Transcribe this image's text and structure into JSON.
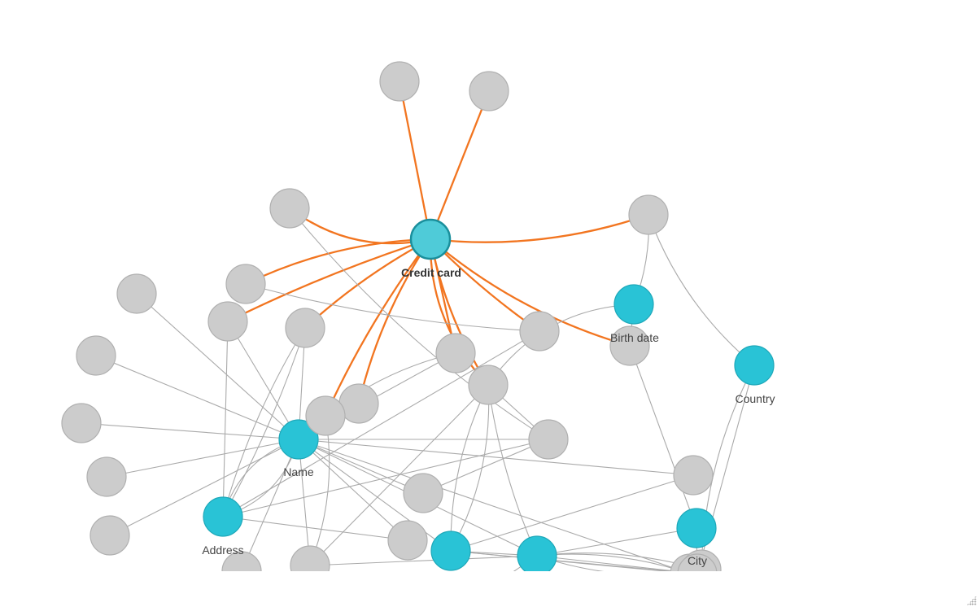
{
  "graph": {
    "colors": {
      "background": "#ffffff",
      "node": "#cccccc",
      "node_stroke": "#b0b0b0",
      "entity_node": "#29c3d6",
      "selected_node": "#4fcbd8",
      "edge": "#aaaaaa",
      "highlight_edge": "#f27520"
    },
    "labels": {
      "cc": "Credit card",
      "name": "Name",
      "address": "Address",
      "birth": "Birth date",
      "country": "Country",
      "city": "City"
    },
    "nodes": [
      {
        "id": "cc",
        "kind": "selected"
      },
      {
        "id": "name",
        "kind": "entity"
      },
      {
        "id": "address",
        "kind": "entity"
      },
      {
        "id": "birth",
        "kind": "entity"
      },
      {
        "id": "country",
        "kind": "entity"
      },
      {
        "id": "city",
        "kind": "entity"
      },
      {
        "id": "e1",
        "kind": "entity"
      },
      {
        "id": "e2",
        "kind": "entity"
      },
      {
        "id": "g1",
        "kind": "plain"
      },
      {
        "id": "g2",
        "kind": "plain"
      },
      {
        "id": "g3",
        "kind": "plain"
      },
      {
        "id": "g4",
        "kind": "plain"
      },
      {
        "id": "g5",
        "kind": "plain"
      },
      {
        "id": "g6",
        "kind": "plain"
      },
      {
        "id": "g7",
        "kind": "plain"
      },
      {
        "id": "g8",
        "kind": "plain"
      },
      {
        "id": "g9",
        "kind": "plain"
      },
      {
        "id": "g10",
        "kind": "plain"
      },
      {
        "id": "g11",
        "kind": "plain"
      },
      {
        "id": "g12",
        "kind": "plain"
      },
      {
        "id": "g13",
        "kind": "plain"
      },
      {
        "id": "g14",
        "kind": "plain"
      },
      {
        "id": "g15",
        "kind": "plain"
      },
      {
        "id": "g16",
        "kind": "plain"
      },
      {
        "id": "g17",
        "kind": "plain"
      },
      {
        "id": "g18",
        "kind": "plain"
      },
      {
        "id": "g19",
        "kind": "plain"
      },
      {
        "id": "g20",
        "kind": "plain"
      },
      {
        "id": "g21",
        "kind": "plain"
      },
      {
        "id": "g22",
        "kind": "plain"
      },
      {
        "id": "g23",
        "kind": "plain"
      },
      {
        "id": "g24",
        "kind": "plain"
      },
      {
        "id": "g25",
        "kind": "plain"
      },
      {
        "id": "g26",
        "kind": "plain"
      },
      {
        "id": "g27",
        "kind": "plain"
      }
    ],
    "edges": [
      {
        "from": "cc",
        "to": "g1",
        "highlight": true
      },
      {
        "from": "cc",
        "to": "g2",
        "highlight": true
      },
      {
        "from": "cc",
        "to": "g3",
        "highlight": true
      },
      {
        "from": "cc",
        "to": "g4",
        "highlight": true
      },
      {
        "from": "cc",
        "to": "g5",
        "highlight": true
      },
      {
        "from": "cc",
        "to": "g7",
        "highlight": true
      },
      {
        "from": "cc",
        "to": "g8",
        "highlight": true
      },
      {
        "from": "cc",
        "to": "g9",
        "highlight": true
      },
      {
        "from": "cc",
        "to": "g10",
        "highlight": true
      },
      {
        "from": "cc",
        "to": "g11",
        "highlight": true
      },
      {
        "from": "cc",
        "to": "g12",
        "highlight": true
      },
      {
        "from": "cc",
        "to": "g13",
        "highlight": true
      },
      {
        "from": "cc",
        "to": "g13",
        "highlight": true
      },
      {
        "from": "cc",
        "to": "g14",
        "highlight": true
      },
      {
        "from": "name",
        "to": "g6"
      },
      {
        "from": "name",
        "to": "g15"
      },
      {
        "from": "name",
        "to": "g16"
      },
      {
        "from": "name",
        "to": "g17"
      },
      {
        "from": "name",
        "to": "g18"
      },
      {
        "from": "name",
        "to": "g19"
      },
      {
        "from": "name",
        "to": "g7"
      },
      {
        "from": "name",
        "to": "g8"
      },
      {
        "from": "name",
        "to": "g10"
      },
      {
        "from": "name",
        "to": "g21"
      },
      {
        "from": "name",
        "to": "address"
      },
      {
        "from": "name",
        "to": "address"
      },
      {
        "from": "name",
        "to": "g22"
      },
      {
        "from": "name",
        "to": "g23"
      },
      {
        "from": "name",
        "to": "e1"
      },
      {
        "from": "name",
        "to": "e2"
      },
      {
        "from": "name",
        "to": "g25"
      },
      {
        "from": "name",
        "to": "g24"
      },
      {
        "from": "name",
        "to": "g20"
      },
      {
        "from": "name",
        "to": "g11"
      },
      {
        "from": "address",
        "to": "g8"
      },
      {
        "from": "address",
        "to": "g8"
      },
      {
        "from": "address",
        "to": "g7"
      },
      {
        "from": "address",
        "to": "g9"
      },
      {
        "from": "address",
        "to": "g23"
      },
      {
        "from": "address",
        "to": "g21"
      },
      {
        "from": "g3",
        "to": "g21"
      },
      {
        "from": "g4",
        "to": "g9"
      },
      {
        "from": "g12",
        "to": "g20"
      },
      {
        "from": "g12",
        "to": "g10"
      },
      {
        "from": "g13",
        "to": "g20"
      },
      {
        "from": "g13",
        "to": "g21"
      },
      {
        "from": "g13",
        "to": "e1"
      },
      {
        "from": "g13",
        "to": "e1"
      },
      {
        "from": "g13",
        "to": "e2"
      },
      {
        "from": "g13",
        "to": "birth"
      },
      {
        "from": "g14",
        "to": "birth"
      },
      {
        "from": "g14",
        "to": "city"
      },
      {
        "from": "g5",
        "to": "birth"
      },
      {
        "from": "g5",
        "to": "country"
      },
      {
        "from": "g26",
        "to": "country"
      },
      {
        "from": "g26",
        "to": "e2"
      },
      {
        "from": "g26",
        "to": "g25"
      },
      {
        "from": "g25",
        "to": "e2"
      },
      {
        "from": "g25",
        "to": "e2"
      },
      {
        "from": "g25",
        "to": "e1"
      },
      {
        "from": "e1",
        "to": "g24"
      },
      {
        "from": "e1",
        "to": "e2"
      },
      {
        "from": "e1",
        "to": "g27"
      },
      {
        "from": "e2",
        "to": "g27"
      },
      {
        "from": "e2",
        "to": "g28"
      },
      {
        "from": "e2",
        "to": "city"
      },
      {
        "from": "g20",
        "to": "e2"
      },
      {
        "from": "g21",
        "to": "g22"
      },
      {
        "from": "g27",
        "to": "city"
      },
      {
        "from": "country",
        "to": "g27"
      },
      {
        "from": "city",
        "to": "g27"
      }
    ]
  }
}
